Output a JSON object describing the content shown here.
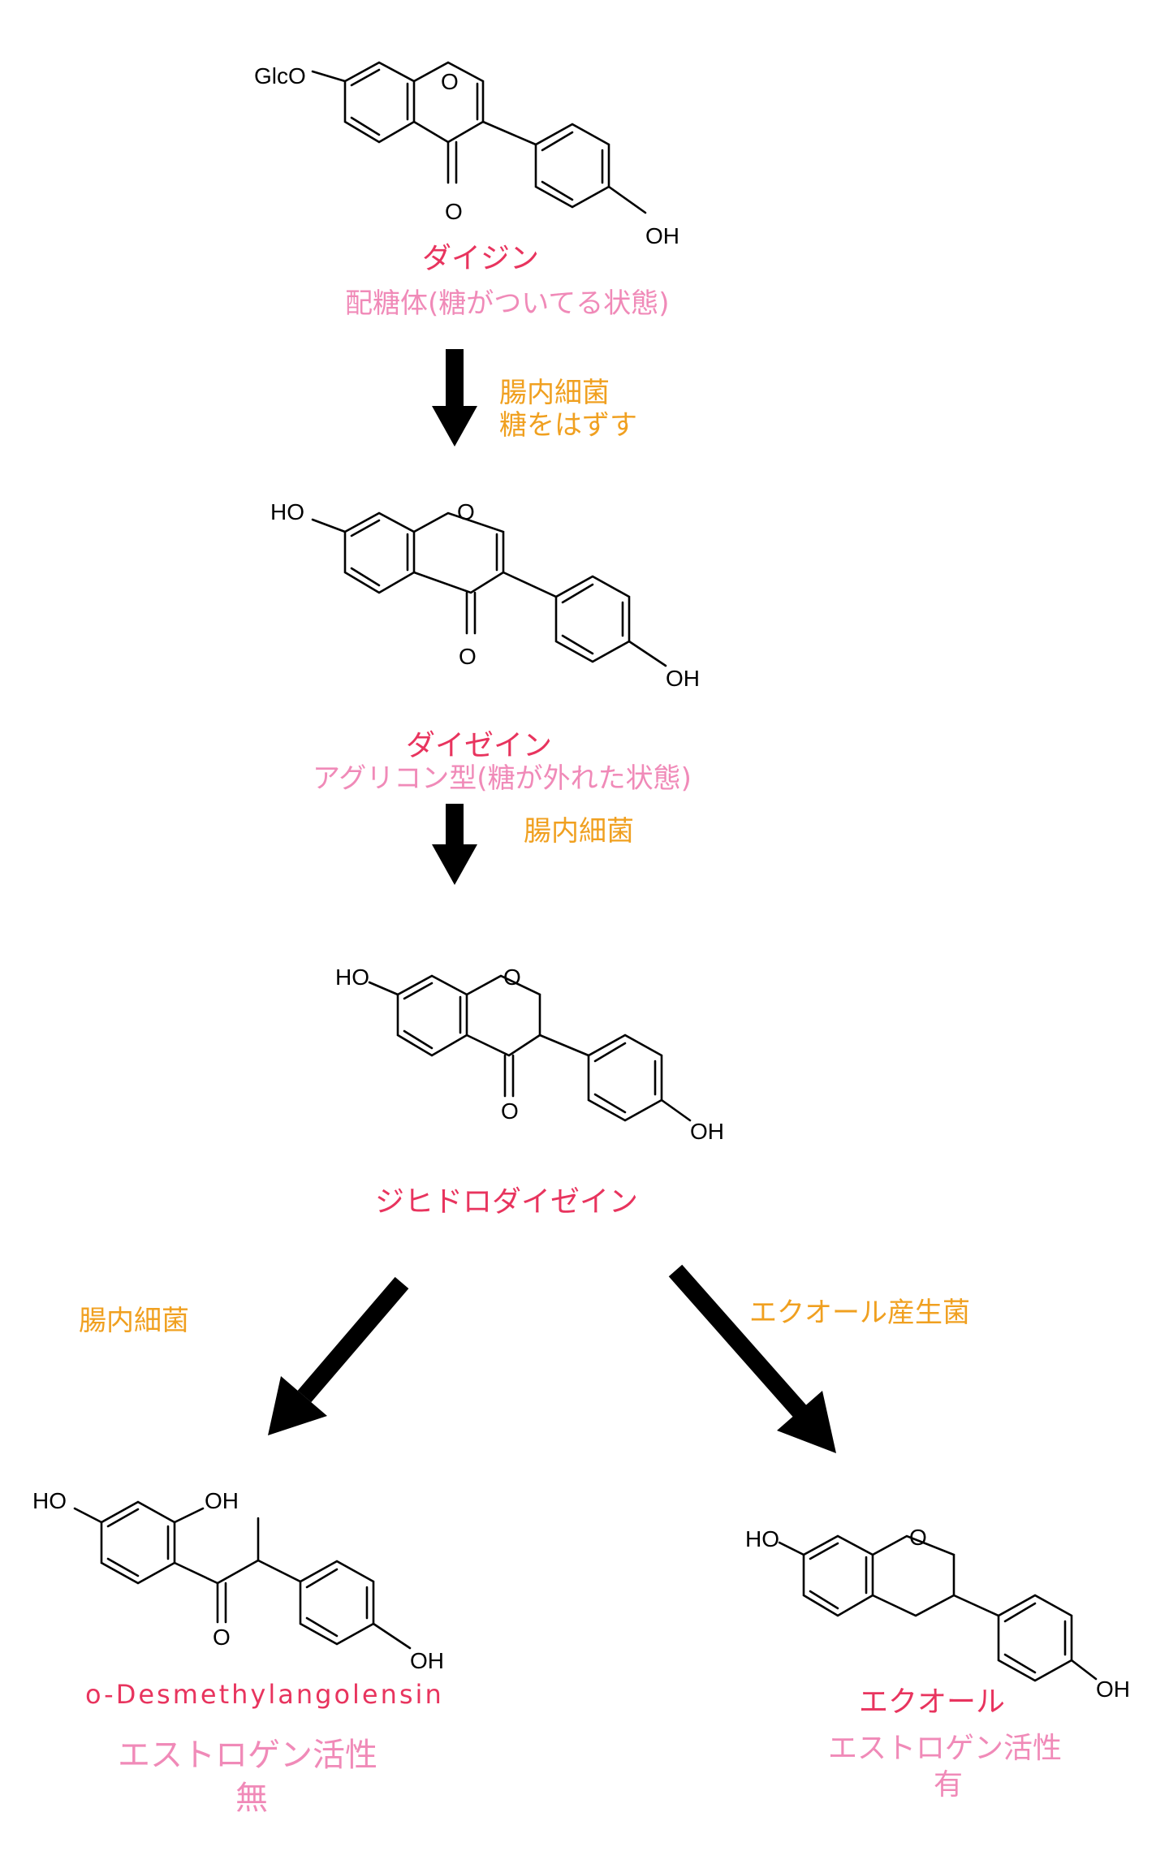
{
  "compounds": {
    "daidzin": {
      "name": "ダイジン",
      "note": "配糖体(糖がついてる状態)",
      "atoms": {
        "glco": "GlcO",
        "ring_o": "O",
        "carbonyl_o": "O",
        "oh": "OH"
      }
    },
    "daidzein": {
      "name": "ダイゼイン",
      "note": "アグリコン型(糖が外れた状態)",
      "atoms": {
        "ho": "HO",
        "ring_o": "O",
        "carbonyl_o": "O",
        "oh": "OH"
      }
    },
    "dihydrodaidzein": {
      "name": "ジヒドロダイゼイン",
      "atoms": {
        "ho": "HO",
        "ring_o": "O",
        "carbonyl_o": "O",
        "oh": "OH"
      }
    },
    "odma": {
      "name": "o-Desmethylangolensin",
      "activity_line1": "エストロゲン活性",
      "activity_line2": "無",
      "atoms": {
        "ho": "HO",
        "oh2": "OH",
        "carbonyl_o": "O",
        "oh": "OH"
      }
    },
    "equol": {
      "name": "エクオール",
      "activity_line1": "エストロゲン活性",
      "activity_line2": "有",
      "atoms": {
        "ho": "HO",
        "ring_o": "O",
        "oh": "OH"
      }
    }
  },
  "steps": {
    "step1": {
      "line1": "腸内細菌",
      "line2": "糖をはずす"
    },
    "step2": {
      "line1": "腸内細菌"
    },
    "step3_left": {
      "line1": "腸内細菌"
    },
    "step3_right": {
      "line1": "エクオール産生菌"
    }
  },
  "colors": {
    "compound_name": "#e8345e",
    "compound_note": "#f08ab8",
    "bacteria_label": "#f0a020",
    "structure": "#000000"
  }
}
